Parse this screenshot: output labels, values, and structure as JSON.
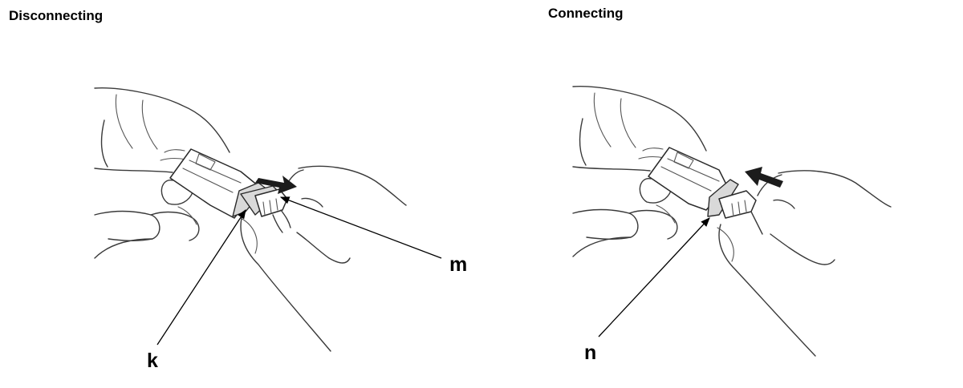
{
  "panels": {
    "disconnecting": {
      "title": "Disconnecting",
      "label_k": "k",
      "label_m": "m"
    },
    "connecting": {
      "title": "Connecting",
      "label_n": "n"
    }
  }
}
